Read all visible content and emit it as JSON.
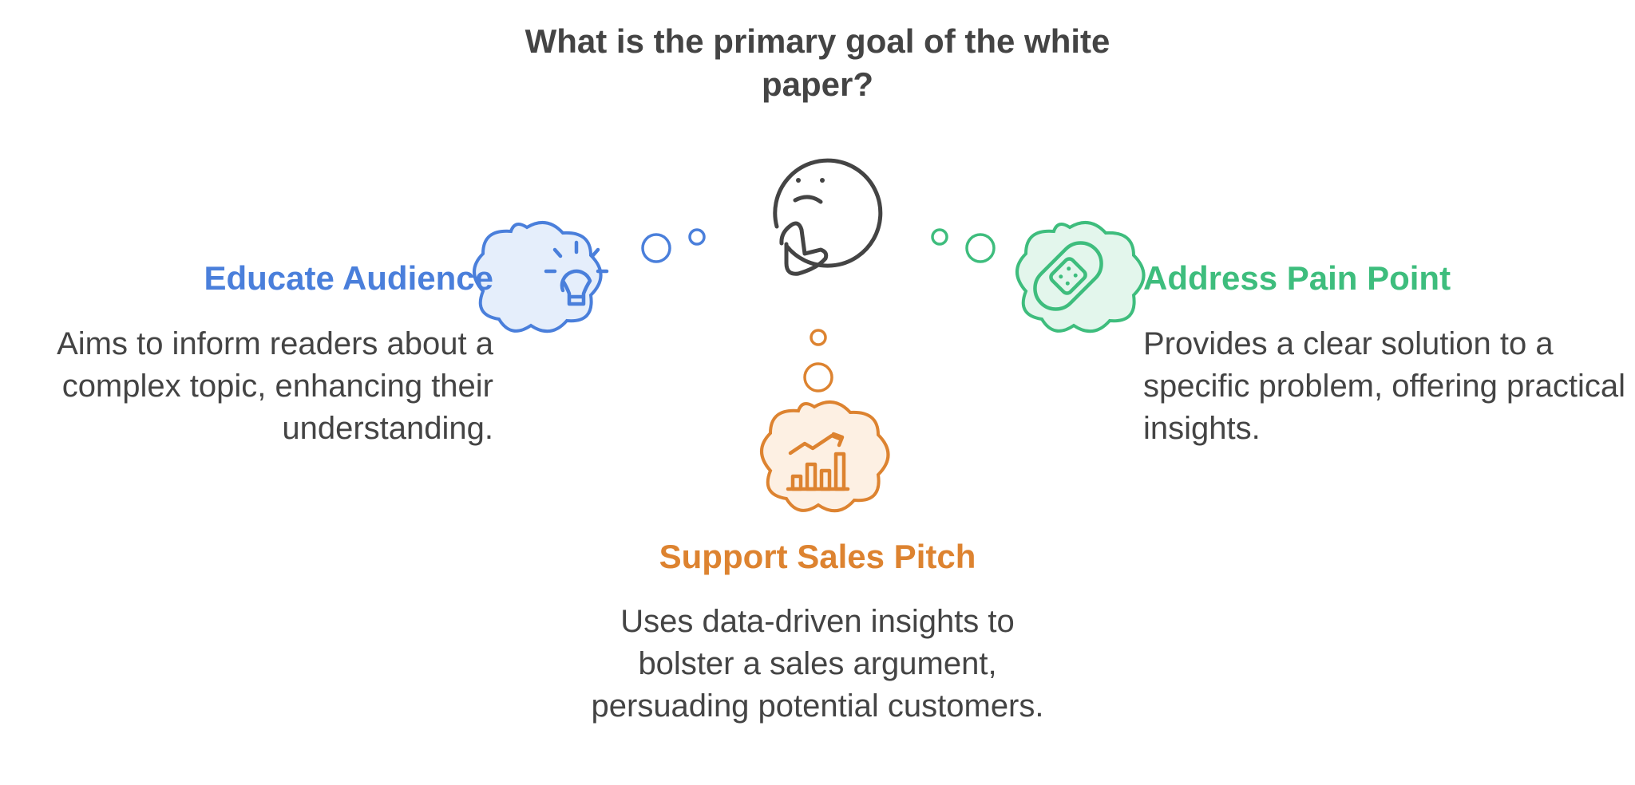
{
  "title": "What is the primary goal of the white paper?",
  "colors": {
    "educate": "#4a7fdb",
    "address": "#3ebd7d",
    "support": "#dd8330",
    "text": "#444444"
  },
  "options": {
    "educate": {
      "heading": "Educate Audience",
      "description": "Aims to inform readers about a complex topic, enhancing their understanding.",
      "icon": "lightbulb-icon"
    },
    "address": {
      "heading": "Address Pain Point",
      "description": "Provides a clear solution to a specific problem, offering practical insights.",
      "icon": "bandage-icon"
    },
    "support": {
      "heading": "Support Sales Pitch",
      "description": "Uses data-driven insights to bolster a sales argument, persuading potential customers.",
      "icon": "growth-chart-icon"
    }
  },
  "center_icon": "thinking-face-icon"
}
